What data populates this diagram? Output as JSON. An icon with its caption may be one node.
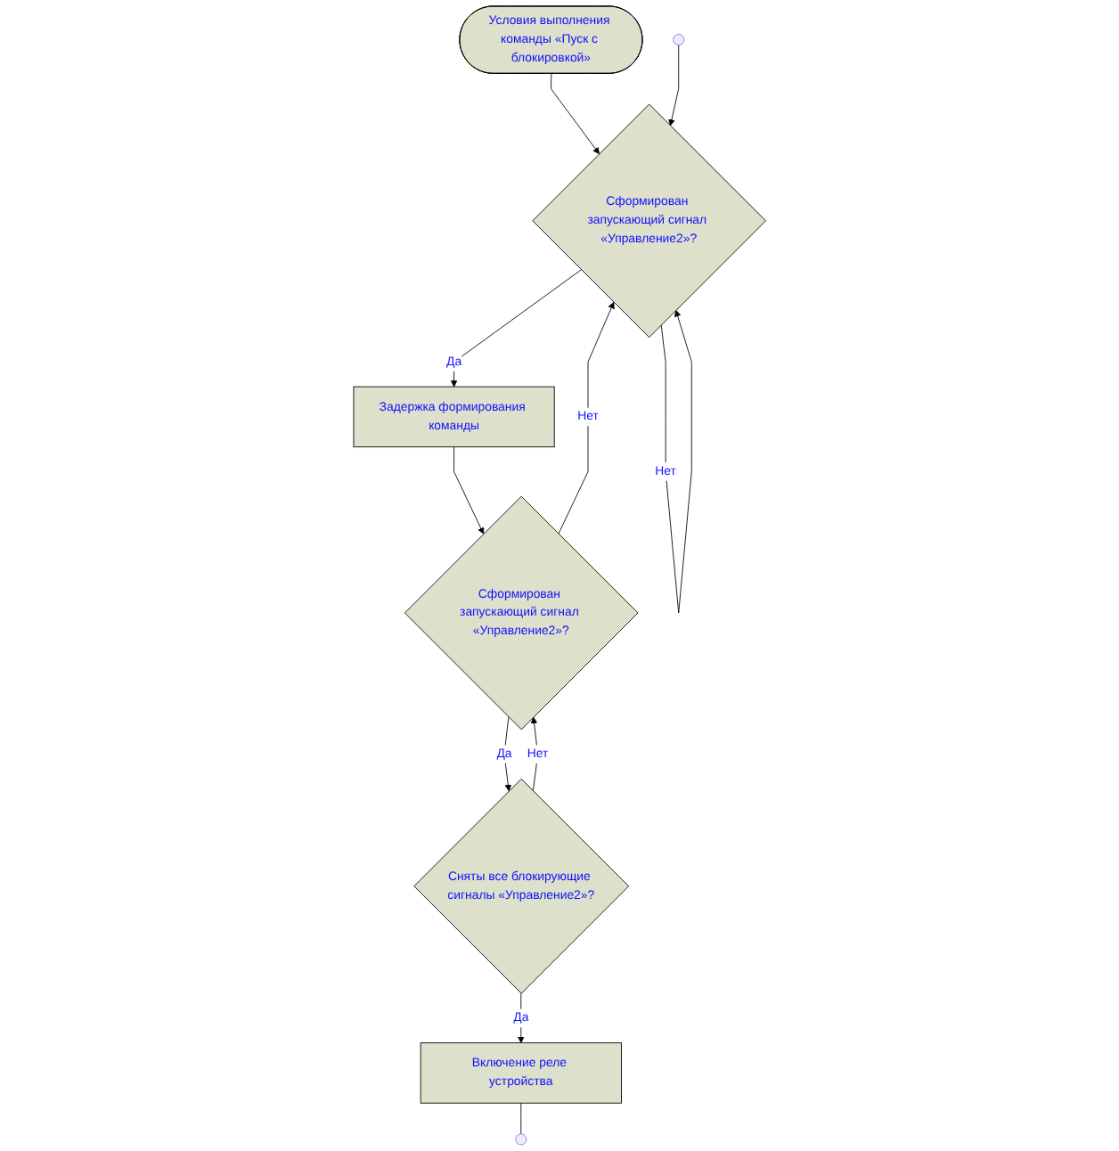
{
  "diagram": {
    "nodes": [
      {
        "text": [
          "Условия выполнения команды «Пуск с блокировкой»"
        ]
      },
      {
        "text": [
          "Сформирован запускающий сигнал «Управление2»?"
        ]
      },
      {
        "text": [
          "Задержка формирования команды"
        ]
      },
      {
        "text": [
          "Сформирован запускающий сигнал «Управление2»?"
        ]
      },
      {
        "text": [
          "Сняты все блокирующие сигналы «Управление2»?"
        ]
      },
      {
        "text": [
          "Включение реле устройства"
        ]
      }
    ],
    "edges": [
      {
        "from": 0,
        "to": 1,
        "arrow": "to"
      },
      {
        "from": 1,
        "to": 1,
        "label": "Нет",
        "arrow": "to"
      },
      {
        "from": 1,
        "to": 2,
        "label": "Да",
        "arrow": "to"
      },
      {
        "from": 2,
        "to": 3,
        "arrow": "to"
      },
      {
        "from": 3,
        "to": 1,
        "label": "Нет",
        "arrow": "to"
      },
      {
        "from": 3,
        "to": 4,
        "label": "Да",
        "arrow": "to"
      },
      {
        "from": 4,
        "to": 3,
        "label": "Нет",
        "arrow": "to"
      },
      {
        "from": 4,
        "to": 5,
        "label": "Да",
        "arrow": "to"
      },
      {
        "from": 5,
        "to": null,
        "arrow": "none"
      },
      {
        "from": null,
        "to": 1,
        "arrow": "to"
      }
    ]
  }
}
